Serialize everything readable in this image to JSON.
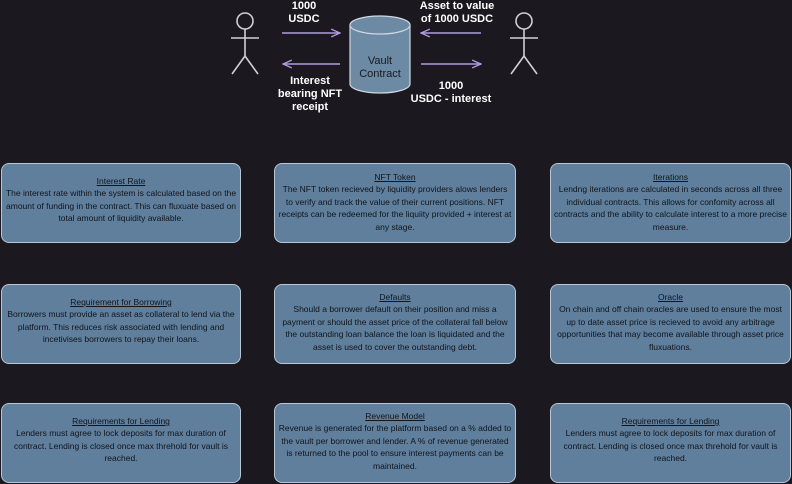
{
  "actors": {
    "left": {
      "name": "depositor-actor"
    },
    "right": {
      "name": "borrower-actor"
    }
  },
  "vault": {
    "line1": "Vault",
    "line2": "Contract"
  },
  "flows": {
    "deposit_line1": "1000",
    "deposit_line2": "USDC",
    "receipt_line1": "Interest",
    "receipt_line2": "bearing NFT",
    "receipt_line3": "receipt",
    "collateral_line1": "Asset to value",
    "collateral_line2": "of 1000 USDC",
    "loan_line1": "1000",
    "loan_line2": "USDC - interest"
  },
  "colors": {
    "background": "#1c1820",
    "box_fill": "#5f7f9c",
    "box_border": "#b8c7d6",
    "arrow": "#b09be0",
    "vault_fill": "#6c8aa4"
  },
  "cards": [
    {
      "title": "Interest Rate",
      "body": "The interest rate within the system is calculated based on the amount of funding in the contract. This can fluxuate based on total amount of liquidity available."
    },
    {
      "title": "NFT Token",
      "body": "The NFT token recieved by liquidity providers alows lenders to verify and track the value of their current positions. NFT receipts can be redeemed for the liquiity provided + interest at any stage."
    },
    {
      "title": "Iterations",
      "body": "Lendng iterations are calculated in seconds across all three individual contracts. This allows for confomity across all contracts and the ability to calculate interest to a more precise measure."
    },
    {
      "title": "Requirement for Borrowing",
      "body": "Borrowers must provide an asset as collateral to lend via the platform. This reduces risk associated with lending and incetivises borrowers to repay their loans."
    },
    {
      "title": "Defaults",
      "body": "Should a borrower default on their position and miss a payment or should the asset price of the collateral fall below the outstanding loan balance the loan is liquidated and the asset is used to cover the outstanding debt."
    },
    {
      "title": "Oracle",
      "body": "On chain and off chain oracles are used to ensure the most up to date asset price is recieved to avoid any arbitrage opportunities that may become available through asset price fluxuations."
    },
    {
      "title": "Requirements for Lending",
      "body": "Lenders must agree to lock deposits for max duration of contract. Lending is closed once max threhold for vault is reached."
    },
    {
      "title": "Revenue Model",
      "body": "Revenue is generated for the platform based on a % added to the vault per borrower and lender. A % of revenue generated is returned to the pool to ensure interest payments can be maintained."
    },
    {
      "title": "Requirements for Lending",
      "body": "Lenders must agree to lock deposits for max duration of contract. Lending is closed once max threhold for vault is reached."
    }
  ]
}
